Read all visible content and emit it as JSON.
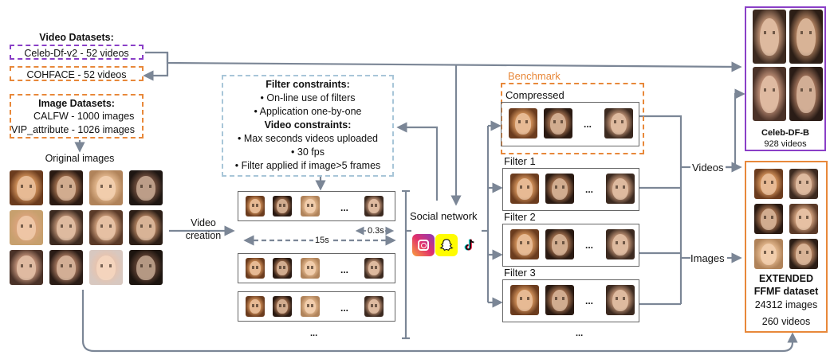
{
  "video_datasets": {
    "title": "Video Datasets:",
    "items": [
      "Celeb-Df-v2 - 52 videos",
      "COHFACE - 52 videos"
    ]
  },
  "image_datasets": {
    "title": "Image Datasets:",
    "items": [
      "CALFW - 1000 images",
      "VIP_attribute - 1026 images"
    ]
  },
  "original_images_label": "Original images",
  "video_creation_label": "Video\ncreation",
  "filter_constraints": {
    "title": "Filter constraints:",
    "items": [
      "On-line use of filters",
      "Application one-by-one"
    ],
    "video_title": "Video constraints:",
    "video_items": [
      "Max seconds videos uploaded",
      "30 fps",
      "Filter applied if image>5 frames"
    ]
  },
  "frame_interval": "0.3s",
  "video_length": "15s",
  "ellipsis": "...",
  "social_network_label": "Social network",
  "social_icons": [
    "instagram-icon",
    "snapchat-icon",
    "tiktok-icon"
  ],
  "benchmark": {
    "title": "Benchmark",
    "compressed_label": "Compressed"
  },
  "filters": [
    "Filter 1",
    "Filter 2",
    "Filter 3"
  ],
  "videos_label": "Videos",
  "images_label": "Images",
  "celeb_df_b": {
    "name": "Celeb-DF-B",
    "count": "928 videos"
  },
  "ffmf": {
    "name_line1": "EXTENDED",
    "name_line2": "FFMF dataset",
    "images": "24312 images",
    "videos": "260 videos"
  },
  "colors": {
    "orange": "#e8883a",
    "purple": "#8a3fc7",
    "dashed_blue": "#a8c6d8",
    "arrow_gray": "#7b8696",
    "frame_border": "#666666"
  }
}
